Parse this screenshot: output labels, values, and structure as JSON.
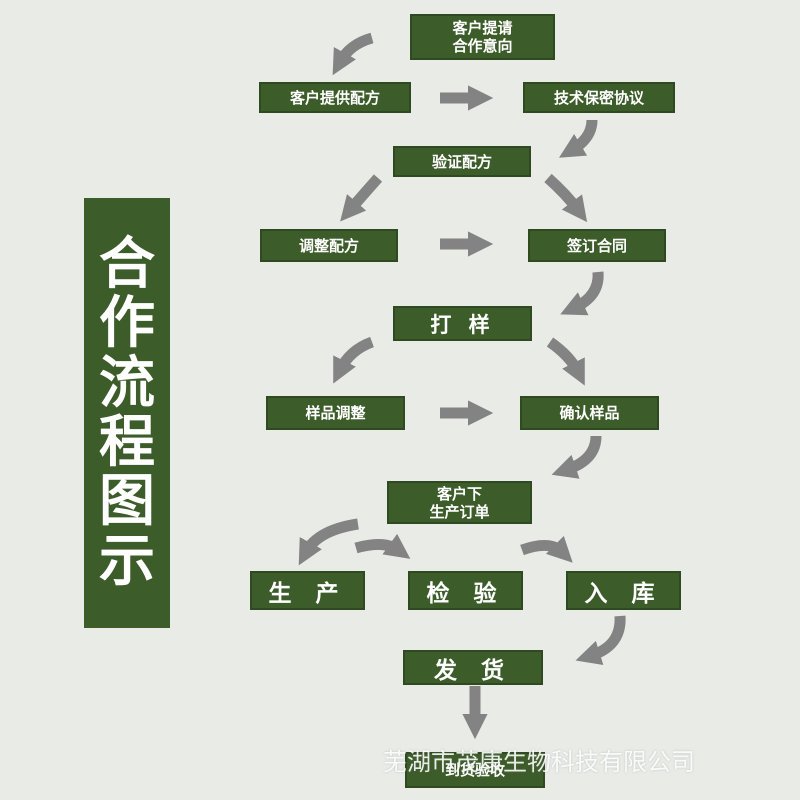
{
  "title": [
    "合",
    "作",
    "流",
    "程",
    "图",
    "示"
  ],
  "steps": {
    "inquiry": "客户提请\n合作意向",
    "provide_formula": "客户提供配方",
    "nda": "技术保密协议",
    "verify_formula": "验证配方",
    "adjust_formula": "调整配方",
    "sign_contract": "签订合同",
    "sample": "打 样",
    "adjust_sample": "样品调整",
    "confirm_sample": "确认样品",
    "order": "客户下\n生产订单",
    "produce": "生 产",
    "inspect": "检 验",
    "warehouse": "入 库",
    "ship": "发 货",
    "receive": "到货验收"
  },
  "watermark": "芜湖市茂康生物科技有限公司",
  "colors": {
    "box": "#3c5c29",
    "arrow": "#838383",
    "background": "#e9ebe7"
  }
}
